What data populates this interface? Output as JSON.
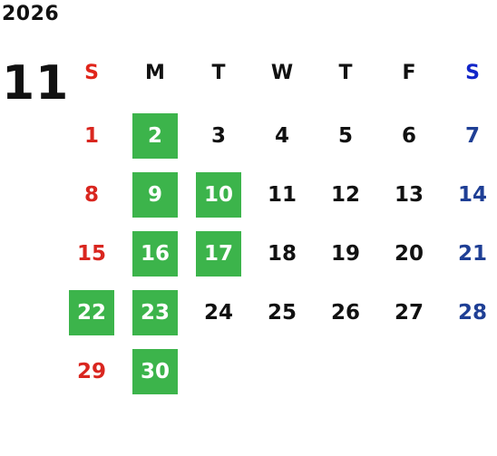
{
  "year": "2026",
  "month": "11",
  "weekdays": [
    "S",
    "M",
    "T",
    "W",
    "T",
    "F",
    "S"
  ],
  "colors": {
    "highlight": "#3cb44b",
    "sunday_header": "#e0251b",
    "saturday_header": "#1226c9",
    "sunday": "#d9261f",
    "saturday": "#1f3f95",
    "text": "#111111"
  },
  "start_weekday": 0,
  "days_in_month": 30,
  "days": [
    "1",
    "2",
    "3",
    "4",
    "5",
    "6",
    "7",
    "8",
    "9",
    "10",
    "11",
    "12",
    "13",
    "14",
    "15",
    "16",
    "17",
    "18",
    "19",
    "20",
    "21",
    "22",
    "23",
    "24",
    "25",
    "26",
    "27",
    "28",
    "29",
    "30"
  ],
  "highlighted_days": [
    2,
    9,
    10,
    16,
    17,
    22,
    23,
    30
  ]
}
